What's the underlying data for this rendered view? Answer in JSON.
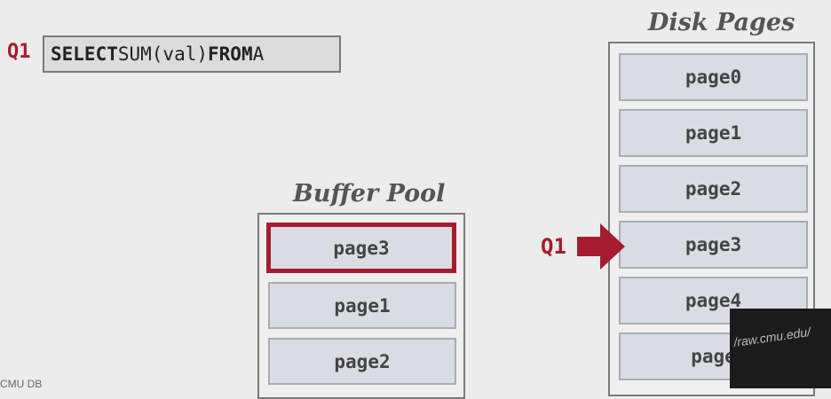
{
  "query": {
    "label": "Q1",
    "kw_select": "SELECT",
    "func": "SUM(val)",
    "kw_from": "FROM",
    "table": "A"
  },
  "buffer_pool": {
    "title": "Buffer Pool",
    "slots": [
      "page3",
      "page1",
      "page2"
    ],
    "active_index": 0
  },
  "disk_pages": {
    "title": "Disk Pages",
    "pages": [
      "page0",
      "page1",
      "page2",
      "page3",
      "page4",
      "page"
    ],
    "pointer_index": 3
  },
  "pointer": {
    "label": "Q1"
  },
  "footer": {
    "text": "CMU DB"
  },
  "overlay": {
    "text": "/raw.cmu.edu/"
  },
  "colors": {
    "accent": "#a61c2e",
    "slot_bg": "#d9dde3",
    "slot_border": "#a7adb5"
  }
}
